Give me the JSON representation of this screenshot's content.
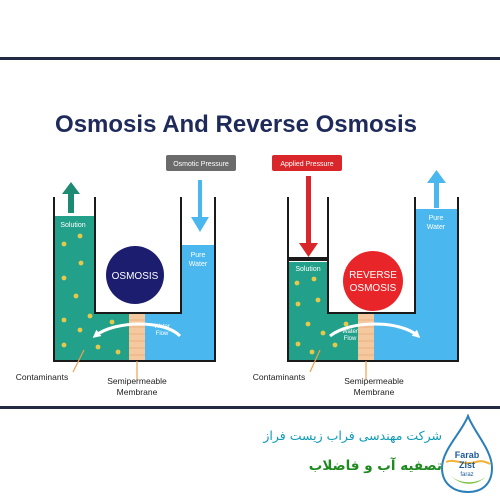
{
  "diagram": {
    "title": "Osmosis And Reverse Osmosis",
    "left": {
      "pressure_label": "Osmotic Pressure",
      "solution_label": "Solution",
      "water_label_1": "Pure",
      "water_label_2": "Water",
      "center_label": "OSMOSIS",
      "flow_label_1": "Water",
      "flow_label_2": "Flow",
      "contaminants_label": "Contaminants",
      "membrane_label_1": "Semipermeable",
      "membrane_label_2": "Membrane"
    },
    "right": {
      "pressure_label": "Applied Pressure",
      "solution_label": "Solution",
      "water_label_1": "Pure",
      "water_label_2": "Water",
      "center_label_1": "REVERSE",
      "center_label_2": "OSMOSIS",
      "flow_label_1": "Water",
      "flow_label_2": "Flow",
      "contaminants_label": "Contaminants",
      "membrane_label_1": "Semipermeable",
      "membrane_label_2": "Membrane"
    }
  },
  "footer": {
    "company_name": "شرکت مهندسی فراب زیست فراز",
    "service": "تصفیه آب و فاضلاب",
    "logo_text_1": "Farab",
    "logo_text_2": "Zist",
    "logo_text_3": "faraz"
  },
  "colors": {
    "title": "#1e2a5a",
    "solution": "#23a08a",
    "pure_water": "#4ab8ee",
    "membrane": "#f4c9a0",
    "circle": "#1c1d6e",
    "circle_reverse": "#e8262a",
    "osmotic_tag": "#6b6b6b",
    "applied_tag": "#d9262b",
    "particle": "#e6c84a"
  }
}
